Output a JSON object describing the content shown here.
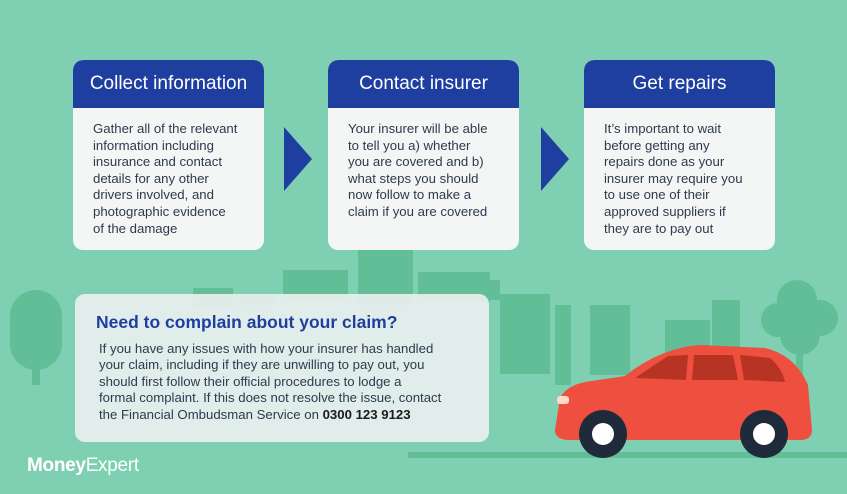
{
  "colors": {
    "background": "#7fd0b2",
    "buildings": "#62be96",
    "card_header": "#1f3fa0",
    "car": "#ee4f3f"
  },
  "steps": [
    {
      "title": "Collect information",
      "body": [
        "Gather all of the relevant",
        "information including",
        "insurance and contact",
        "details for any other",
        "drivers involved, and",
        "photographic evidence",
        "of the damage"
      ]
    },
    {
      "title": "Contact insurer",
      "body": [
        "Your insurer will be able",
        "to tell you a) whether",
        "you are covered and b)",
        "what steps you should",
        "now follow to make a",
        "claim if you are covered"
      ]
    },
    {
      "title": "Get repairs",
      "body": [
        "It’s important to wait",
        "before getting any",
        "repairs done as your",
        "insurer may require you",
        "to use one of their",
        "approved suppliers if",
        "they are to pay out"
      ]
    }
  ],
  "complaint": {
    "heading": "Need to complain about your claim?",
    "lines": [
      "If you have any issues with how your insurer has handled",
      "your claim, including if they are unwilling to pay out, you",
      "should first follow their official procedures to lodge a",
      "formal complaint. If this does not resolve the issue, contact"
    ],
    "last_line": "the Financial Ombudsman Service on ",
    "phone": "0300 123 9123"
  },
  "brand": {
    "part1": "Money",
    "part2": "Expert"
  },
  "icons": [
    "arrow-right-icon",
    "car-icon",
    "tree-icon"
  ]
}
